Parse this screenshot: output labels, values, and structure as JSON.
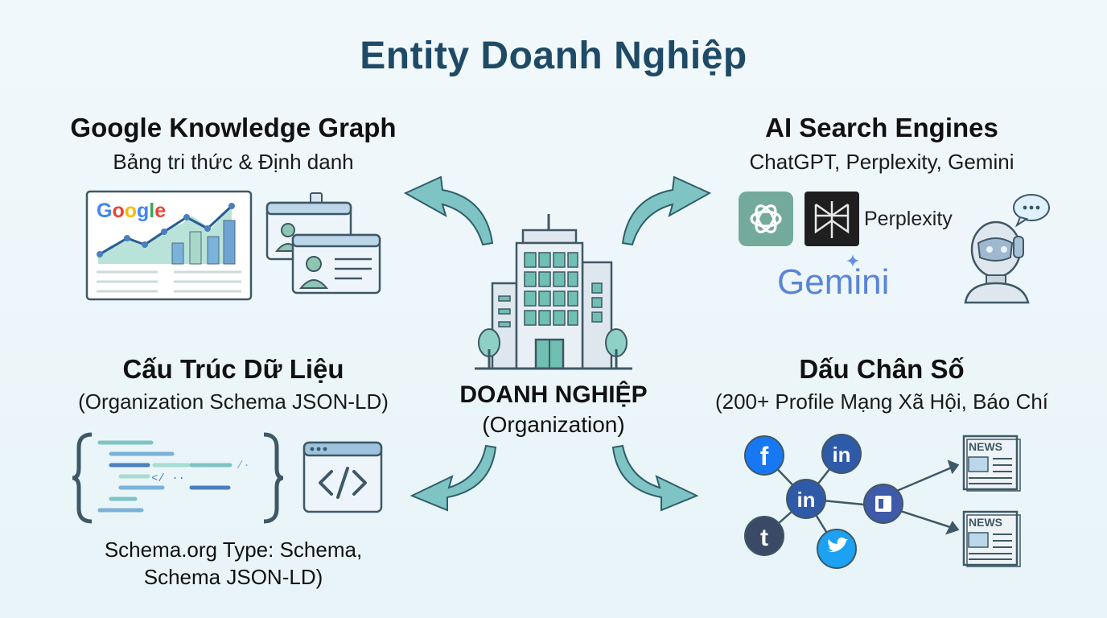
{
  "title": "Entity Doanh Nghiệp",
  "center": {
    "title": "DOANH NGHIỆP",
    "subtitle": "(Organization)"
  },
  "knowledge_graph": {
    "title": "Google Knowledge Graph",
    "subtitle": "Bảng tri thức & Định danh",
    "logo_text": "Google"
  },
  "ai_search": {
    "title": "AI Search Engines",
    "subtitle": "ChatGPT, Perplexity, Gemini",
    "perplexity_label": "Perplexity",
    "gemini_label": "Gemini"
  },
  "structured_data": {
    "title": "Cấu Trúc Dữ Liệu",
    "subtitle": "(Organization Schema JSON-LD)",
    "footer_line1": "Schema.org Type: Schema,",
    "footer_line2": "Schema JSON-LD)"
  },
  "digital_footprint": {
    "title": "Dấu Chân Số",
    "subtitle": "(200+ Profile Mạng Xã Hội, Báo Chí",
    "news_label": "NEWS"
  },
  "colors": {
    "title": "#1f4a66",
    "arrow": "#7fc4c4",
    "arrow_stroke": "#2f5f6a",
    "building_glass": "#6fbfb3",
    "social_blue": "#2f5aa8"
  }
}
